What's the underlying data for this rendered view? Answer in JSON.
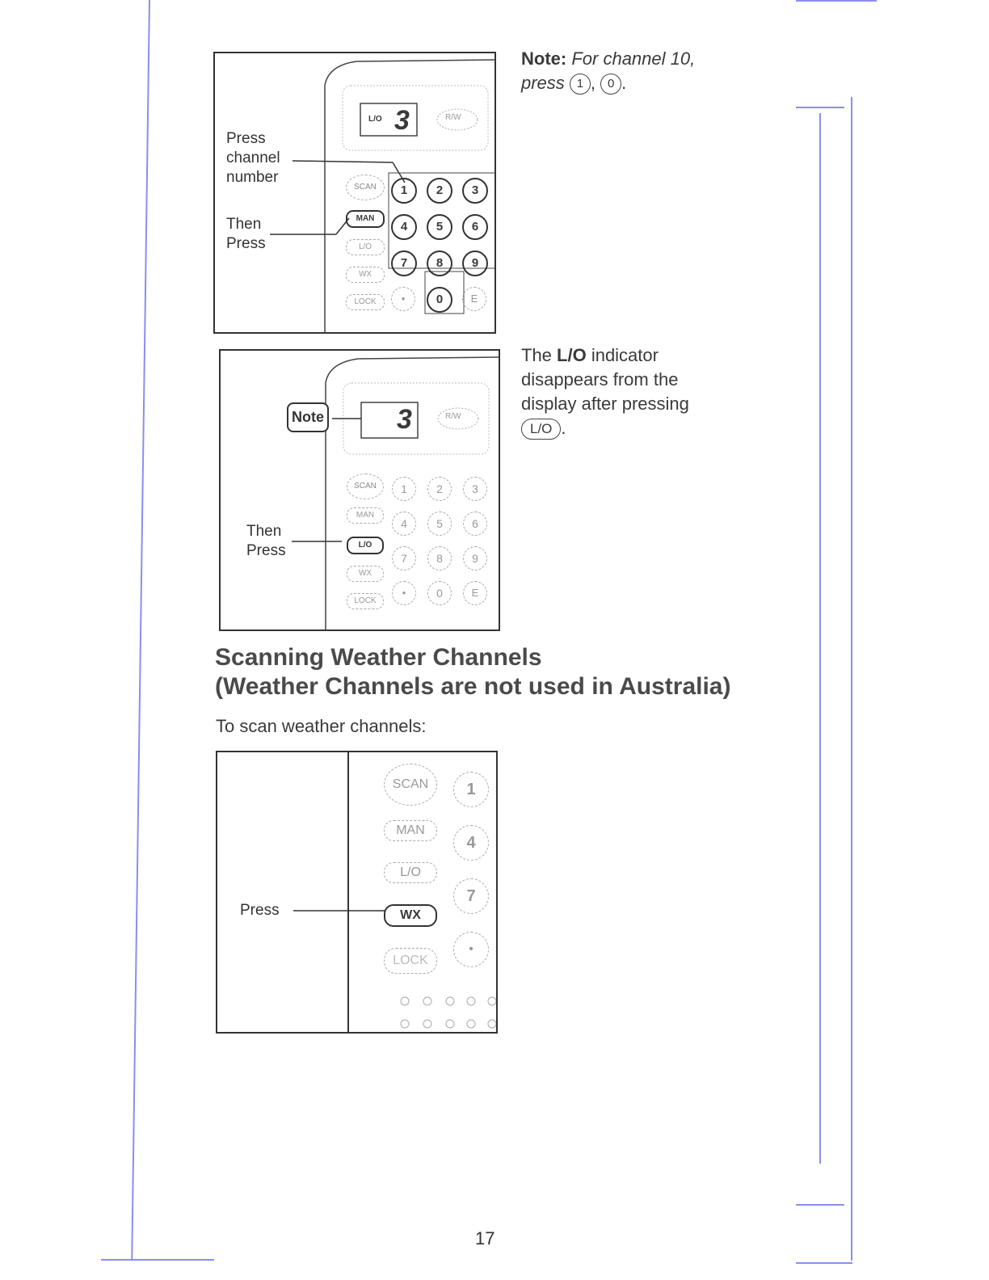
{
  "figure1": {
    "display_value": "3",
    "display_indicator": "L/O",
    "rw_label": "R/W",
    "label_channel": "Press\nchannel\nnumber",
    "label_then": "Then\nPress",
    "side_buttons": [
      "SCAN",
      "MAN",
      "L/O",
      "WX",
      "LOCK"
    ],
    "keys": [
      "1",
      "2",
      "3",
      "4",
      "5",
      "6",
      "7",
      "8",
      "9",
      "•",
      "0",
      "E"
    ]
  },
  "note": {
    "label": "Note:",
    "text_italic": "For channel 10,",
    "press_word": "press",
    "key1": "1",
    "separator": ",",
    "key2": "0",
    "end": "."
  },
  "figure2": {
    "display_value": "3",
    "rw_label": "R/W",
    "note_label": "Note",
    "label_then": "Then\nPress",
    "side_buttons": [
      "SCAN",
      "MAN",
      "L/O",
      "WX",
      "LOCK"
    ],
    "keys": [
      "1",
      "2",
      "3",
      "4",
      "5",
      "6",
      "7",
      "8",
      "9",
      "•",
      "0",
      "E"
    ]
  },
  "lo_text": {
    "before": "The ",
    "bold": "L/O",
    "after": " indicator disappears from the display after pressing",
    "button": "L/O",
    "end": "."
  },
  "section": {
    "title_line1": "Scanning Weather Channels",
    "title_line2": "(Weather Channels are not used in Australia)",
    "intro": "To scan weather channels:"
  },
  "figure3": {
    "label_press": "Press",
    "side_buttons": [
      "SCAN",
      "MAN",
      "L/O",
      "WX",
      "LOCK"
    ],
    "keys": [
      "1",
      "4",
      "7",
      "•"
    ]
  },
  "page_number": "17"
}
